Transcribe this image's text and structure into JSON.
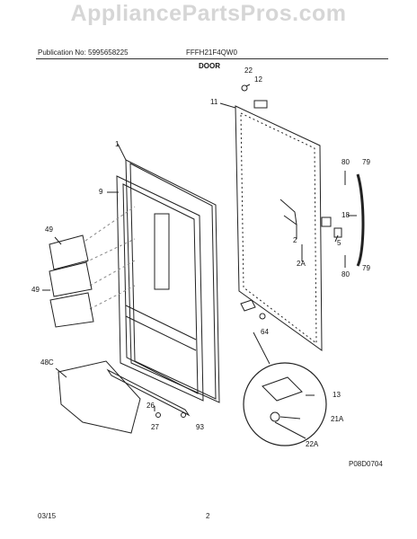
{
  "watermark": "AppliancePartsPros.com",
  "header": {
    "publication": "Publication No: 5995658225",
    "model": "FFFH21F4QW0",
    "title": "DOOR"
  },
  "callouts": {
    "c1": "1",
    "c9": "9",
    "c49a": "49",
    "c49b": "49",
    "c48c": "48C",
    "c26": "26",
    "c27": "27",
    "c93": "93",
    "c22": "22",
    "c12": "12",
    "c11": "11",
    "c80a": "80",
    "c79a": "79",
    "c18": "18",
    "c5": "5",
    "c2": "2",
    "c2a": "2A",
    "c80b": "80",
    "c79b": "79",
    "c64": "64",
    "c13": "13",
    "c21a": "21A",
    "c22a": "22A"
  },
  "diagram_code": "P08D0704",
  "footer": {
    "date": "03/15",
    "page": "2"
  }
}
